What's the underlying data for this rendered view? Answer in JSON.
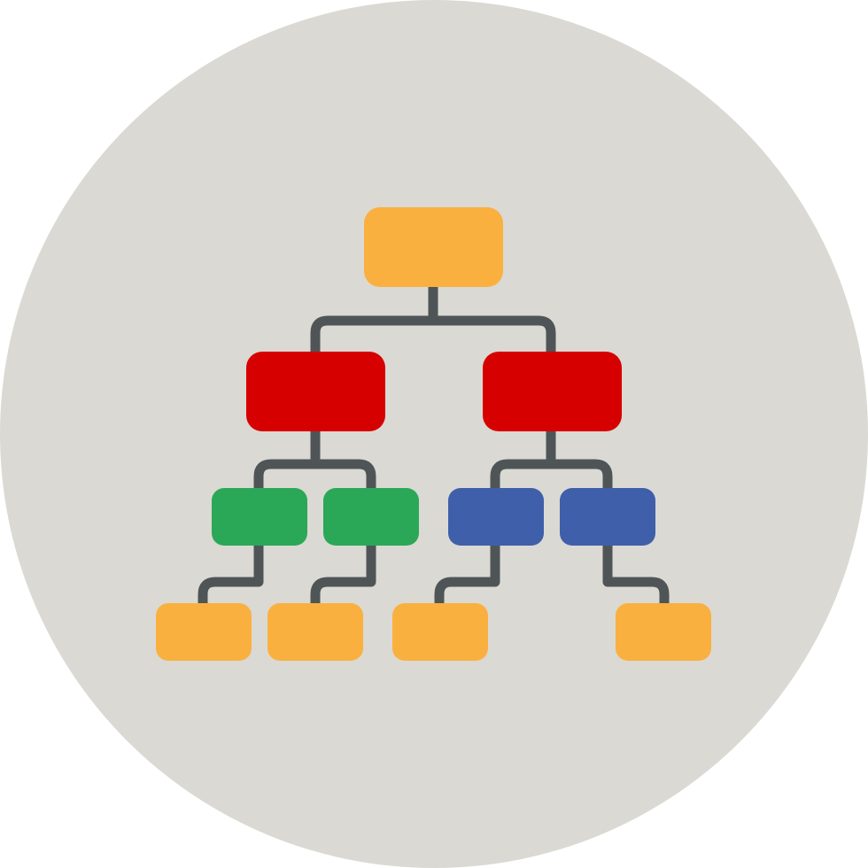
{
  "icon": {
    "name": "hierarchy-icon",
    "colors": {
      "background": "#DAD9D3",
      "connector": "#4F5557",
      "root": "#FAB03F",
      "level2": "#D60000",
      "level3_left": "#2AA857",
      "level3_right": "#3F5FAA",
      "leaf": "#FAB03F"
    },
    "tree": {
      "root": {
        "children": [
          {
            "side": "left",
            "children": [
              {
                "side": "left",
                "children": [
                  {
                    "side": "left"
                  }
                ]
              },
              {
                "side": "right",
                "children": [
                  {
                    "side": "left"
                  }
                ]
              }
            ]
          },
          {
            "side": "right",
            "children": [
              {
                "side": "left",
                "children": [
                  {
                    "side": "left"
                  }
                ]
              },
              {
                "side": "right",
                "children": [
                  {
                    "side": "right"
                  }
                ]
              }
            ]
          }
        ]
      }
    }
  }
}
